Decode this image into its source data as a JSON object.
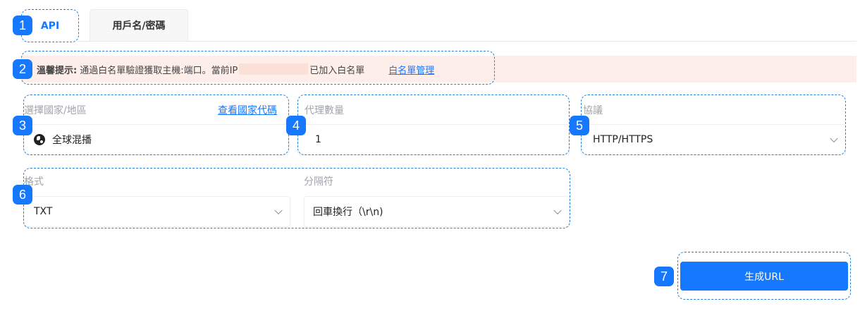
{
  "tabs": [
    {
      "label": "API",
      "active": true
    },
    {
      "label": "用戶名/密碼",
      "active": false
    }
  ],
  "alert": {
    "title": "溫馨提示:",
    "text": "通過白名單驗證獲取主機:端口。當前IP",
    "suffix": "已加入白名單",
    "link": "白名單管理"
  },
  "country": {
    "label": "選擇國家/地區",
    "link": "查看國家代碼",
    "value": "全球混播"
  },
  "quantity": {
    "label": "代理數量",
    "value": "1"
  },
  "protocol": {
    "label": "協議",
    "value": "HTTP/HTTPS"
  },
  "format": {
    "label": "格式",
    "value": "TXT"
  },
  "separator": {
    "label": "分隔符",
    "value": "回車換行（\\r\\n)"
  },
  "generate_button": "生成URL",
  "badges": [
    "1",
    "2",
    "3",
    "4",
    "5",
    "6",
    "7"
  ],
  "colors": {
    "accent": "#1677ff",
    "alert_bg": "#fdeee9"
  }
}
